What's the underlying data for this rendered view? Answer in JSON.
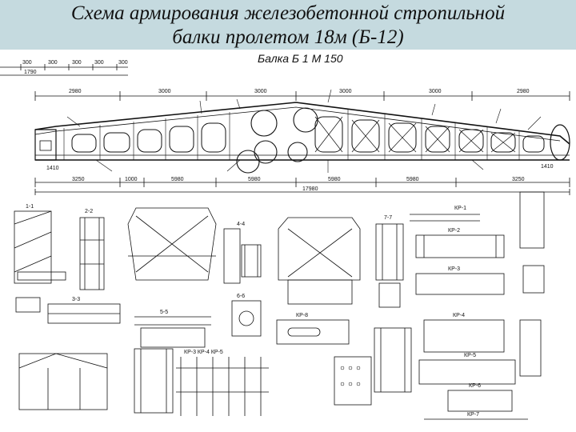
{
  "slide": {
    "title_line1": "Схема армирования железобетонной стропильной",
    "title_line2": "балки пролетом 18м  (Б-12)"
  },
  "drawing": {
    "beam_label": "Балка Б 1  М 150",
    "top_dims": [
      "2980",
      "3000",
      "3000",
      "3000",
      "3000",
      "2980"
    ],
    "bottom_dims": [
      "3250",
      "1000",
      "5980",
      "5980",
      "5980",
      "5980",
      "3250"
    ],
    "overall_length": "17980",
    "left_dims": [
      "300",
      "300",
      "300",
      "300",
      "300"
    ],
    "left_total": "1790",
    "end_dims": [
      "1410",
      "1410"
    ],
    "section_labels": [
      "1-1",
      "2-2",
      "3-3",
      "4-4",
      "5-5",
      "6-6",
      "7-7"
    ],
    "frame_labels": [
      "КР-1",
      "КР-2",
      "КР-3",
      "КР-4",
      "КР-5",
      "КР-6",
      "КР-7",
      "КР-8"
    ],
    "frame_group_label": "КР-3 КР-4 КР-5"
  }
}
